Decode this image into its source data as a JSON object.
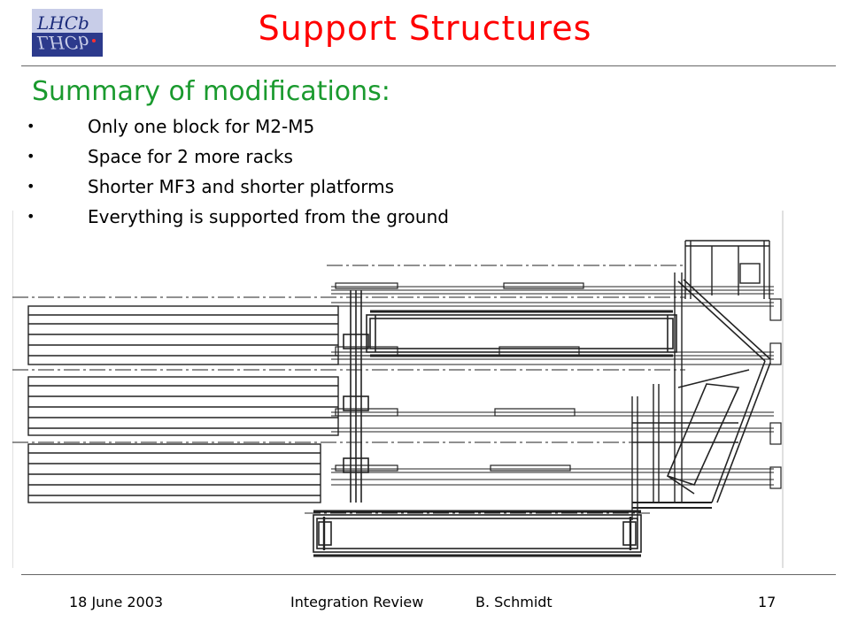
{
  "header": {
    "title": "Support Structures",
    "logo_text_top": "LHCb",
    "logo_text_bottom": "LHCb"
  },
  "content": {
    "subtitle": "Summary of modifications:",
    "bullet_symbol": "•",
    "bullets": [
      "Only one block for M2-M5",
      "Space for 2 more racks",
      "Shorter MF3 and shorter platforms",
      "Everything is supported from the ground"
    ]
  },
  "figure": {
    "icon": "technical-drawing-support-structure"
  },
  "footer": {
    "date": "18 June 2003",
    "event": "Integration Review",
    "author": "B. Schmidt",
    "page": "17"
  },
  "colors": {
    "title": "#ff0000",
    "subtitle": "#1a9a2e",
    "logo_bg": "#2c3a8c",
    "rule": "#666666"
  }
}
